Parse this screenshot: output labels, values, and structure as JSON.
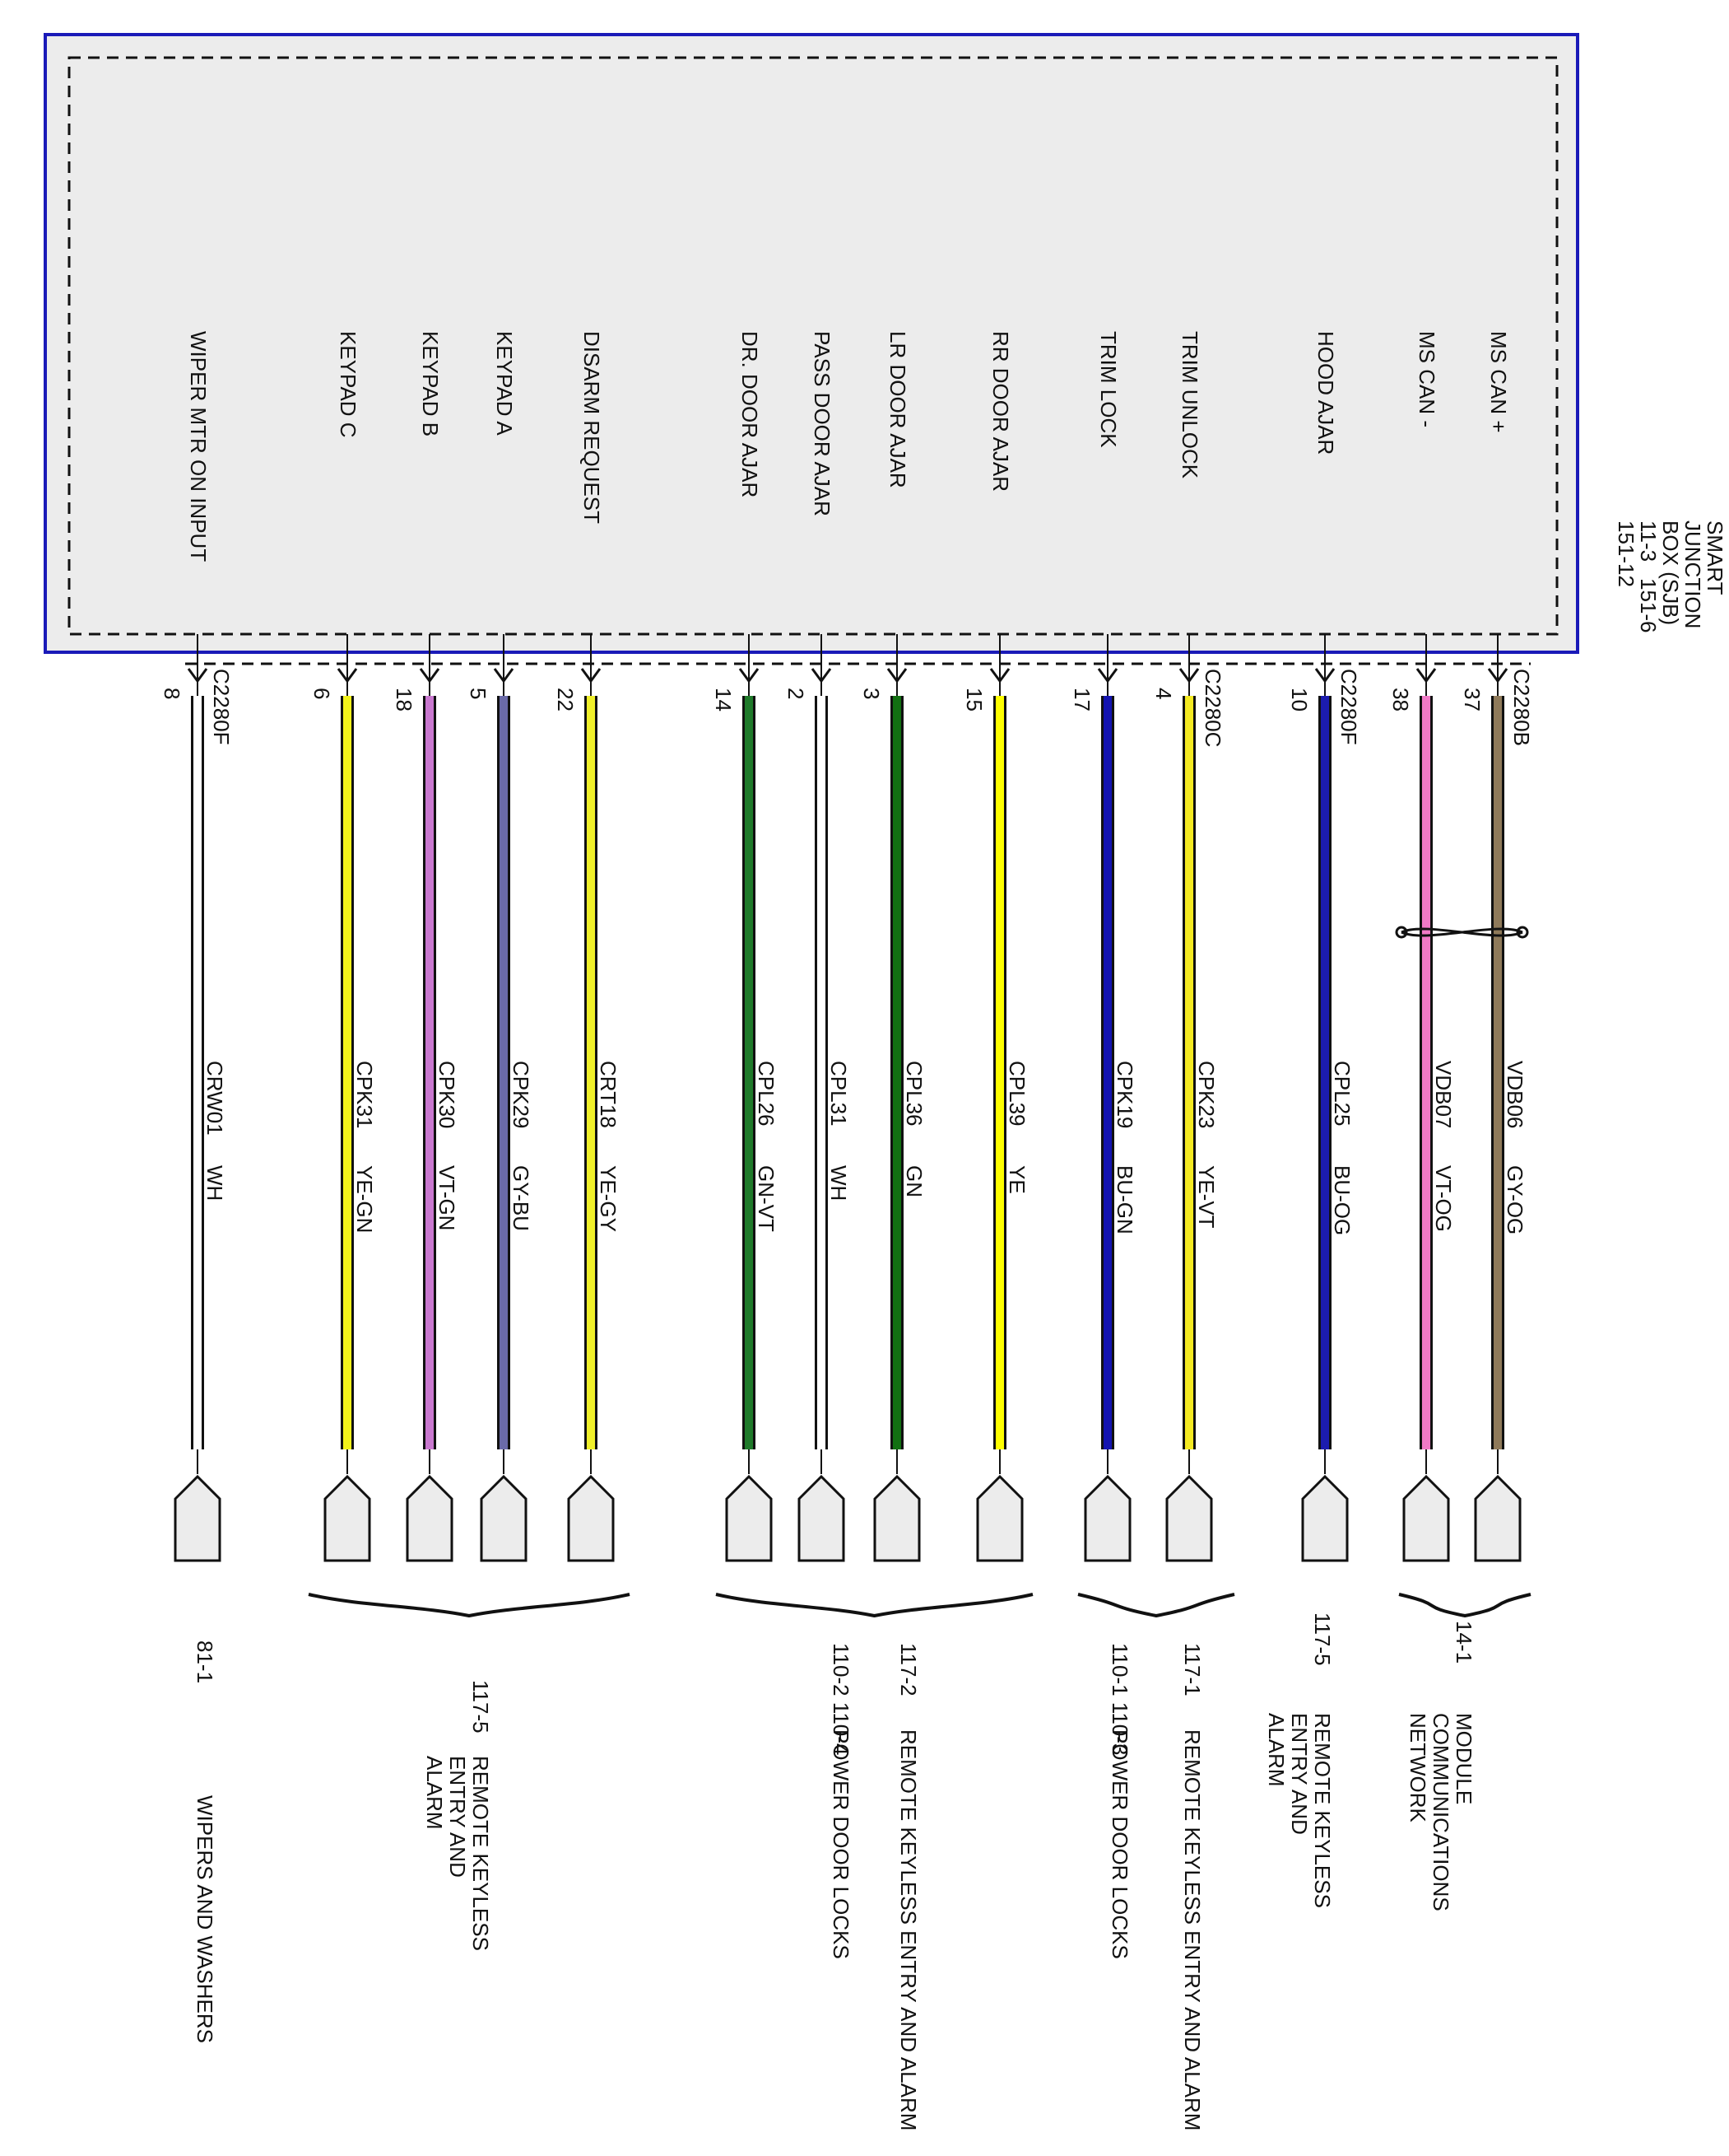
{
  "module": {
    "name_lines": [
      "SMART",
      "JUNCTION",
      "BOX (SJB)"
    ],
    "refs": [
      "11-3",
      "151-6",
      "151-12"
    ]
  },
  "colors": {
    "frame": "#1a1ab8",
    "box_fill": "#ececec",
    "connector_fill": "#ececec",
    "WH": "#ffffff",
    "YE-GN": "#f2f21a",
    "VT-GN": "#c978cf",
    "GY-BU": "#6a6aa8",
    "YE-GY": "#efef2a",
    "GN-VT": "#1f7a2a",
    "GN": "#127012",
    "YE": "#ffff00",
    "BU-GN": "#1414b0",
    "YE-VT": "#f4ea22",
    "BU-OG": "#1c1cae",
    "VT-OG": "#f07ac6",
    "GY-OG": "#8f7a5a"
  },
  "circuits": [
    {
      "signal": "WIPER MTR ON INPUT",
      "connector": "C2280F",
      "pin": "8",
      "circuit": "CRW01",
      "color": "WH"
    },
    {
      "signal": "KEYPAD C",
      "connector": "",
      "pin": "6",
      "circuit": "CPK31",
      "color": "YE-GN"
    },
    {
      "signal": "KEYPAD B",
      "connector": "",
      "pin": "18",
      "circuit": "CPK30",
      "color": "VT-GN"
    },
    {
      "signal": "KEYPAD A",
      "connector": "",
      "pin": "5",
      "circuit": "CPK29",
      "color": "GY-BU"
    },
    {
      "signal": "DISARM REQUEST",
      "connector": "",
      "pin": "22",
      "circuit": "CRT18",
      "color": "YE-GY"
    },
    {
      "signal": "DR. DOOR AJAR",
      "connector": "",
      "pin": "14",
      "circuit": "CPL26",
      "color": "GN-VT"
    },
    {
      "signal": "PASS DOOR AJAR",
      "connector": "",
      "pin": "2",
      "circuit": "CPL31",
      "color": "WH"
    },
    {
      "signal": "LR DOOR AJAR",
      "connector": "",
      "pin": "3",
      "circuit": "CPL36",
      "color": "GN"
    },
    {
      "signal": "RR DOOR AJAR",
      "connector": "",
      "pin": "15",
      "circuit": "CPL39",
      "color": "YE"
    },
    {
      "signal": "TRIM LOCK",
      "connector": "",
      "pin": "17",
      "circuit": "CPK19",
      "color": "BU-GN"
    },
    {
      "signal": "TRIM UNLOCK",
      "connector": "C2280C",
      "pin": "4",
      "circuit": "CPK23",
      "color": "YE-VT"
    },
    {
      "signal": "HOOD AJAR",
      "connector": "C2280F",
      "pin": "10",
      "circuit": "CPL25",
      "color": "BU-OG"
    },
    {
      "signal": "MS CAN -",
      "connector": "",
      "pin": "38",
      "circuit": "VDB07",
      "color": "VT-OG"
    },
    {
      "signal": "MS CAN +",
      "connector": "C2280B",
      "pin": "37",
      "circuit": "VDB06",
      "color": "GY-OG"
    }
  ],
  "destinations": [
    {
      "refs": "81-1",
      "desc_lines": [
        "WIPERS AND WASHERS"
      ]
    },
    {
      "refs": "117-5",
      "desc_lines": [
        "REMOTE KEYLESS",
        "ENTRY AND",
        "ALARM"
      ]
    },
    {
      "refs": "110-2   110-4",
      "desc_lines": [
        "POWER DOOR LOCKS"
      ]
    },
    {
      "refs": "117-2",
      "desc_lines": [
        "REMOTE KEYLESS ENTRY AND ALARM"
      ]
    },
    {
      "refs": "110-1   110-3",
      "desc_lines": [
        "POWER DOOR LOCKS"
      ]
    },
    {
      "refs": "117-1",
      "desc_lines": [
        "REMOTE KEYLESS ENTRY AND ALARM"
      ]
    },
    {
      "refs": "117-5",
      "desc_lines": [
        "REMOTE KEYLESS",
        "ENTRY AND",
        "ALARM"
      ]
    },
    {
      "refs": "14-1",
      "desc_lines": [
        "MODULE",
        "COMMUNICATIONS",
        "NETWORK"
      ]
    }
  ]
}
